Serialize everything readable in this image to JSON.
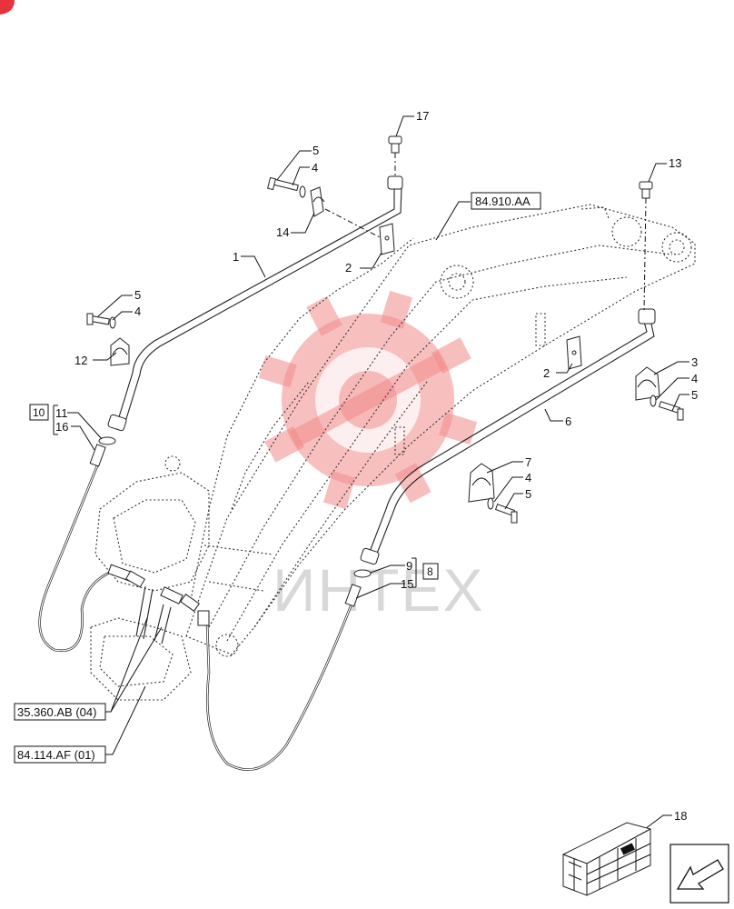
{
  "watermark": {
    "text": "ИНТЕХ",
    "color": "#f28a8a"
  },
  "labels": {
    "l1": "1",
    "l2a": "2",
    "l2b": "2",
    "l3": "3",
    "l4a": "4",
    "l4b": "4",
    "l4c": "4",
    "l4d": "4",
    "l5a": "5",
    "l5b": "5",
    "l5c": "5",
    "l5d": "5",
    "l6": "6",
    "l7": "7",
    "l8": "8",
    "l9": "9",
    "l10": "10",
    "l11": "11",
    "l12": "12",
    "l13": "13",
    "l14": "14",
    "l15": "15",
    "l16": "16",
    "l17": "17",
    "l18": "18"
  },
  "references": {
    "ref_boom": "84.910.AA",
    "ref_valve": "35.360.AB (04)",
    "ref_frame": "84.114.AF (01)"
  },
  "colors": {
    "accent": "#e8323c",
    "line": "#111111"
  }
}
